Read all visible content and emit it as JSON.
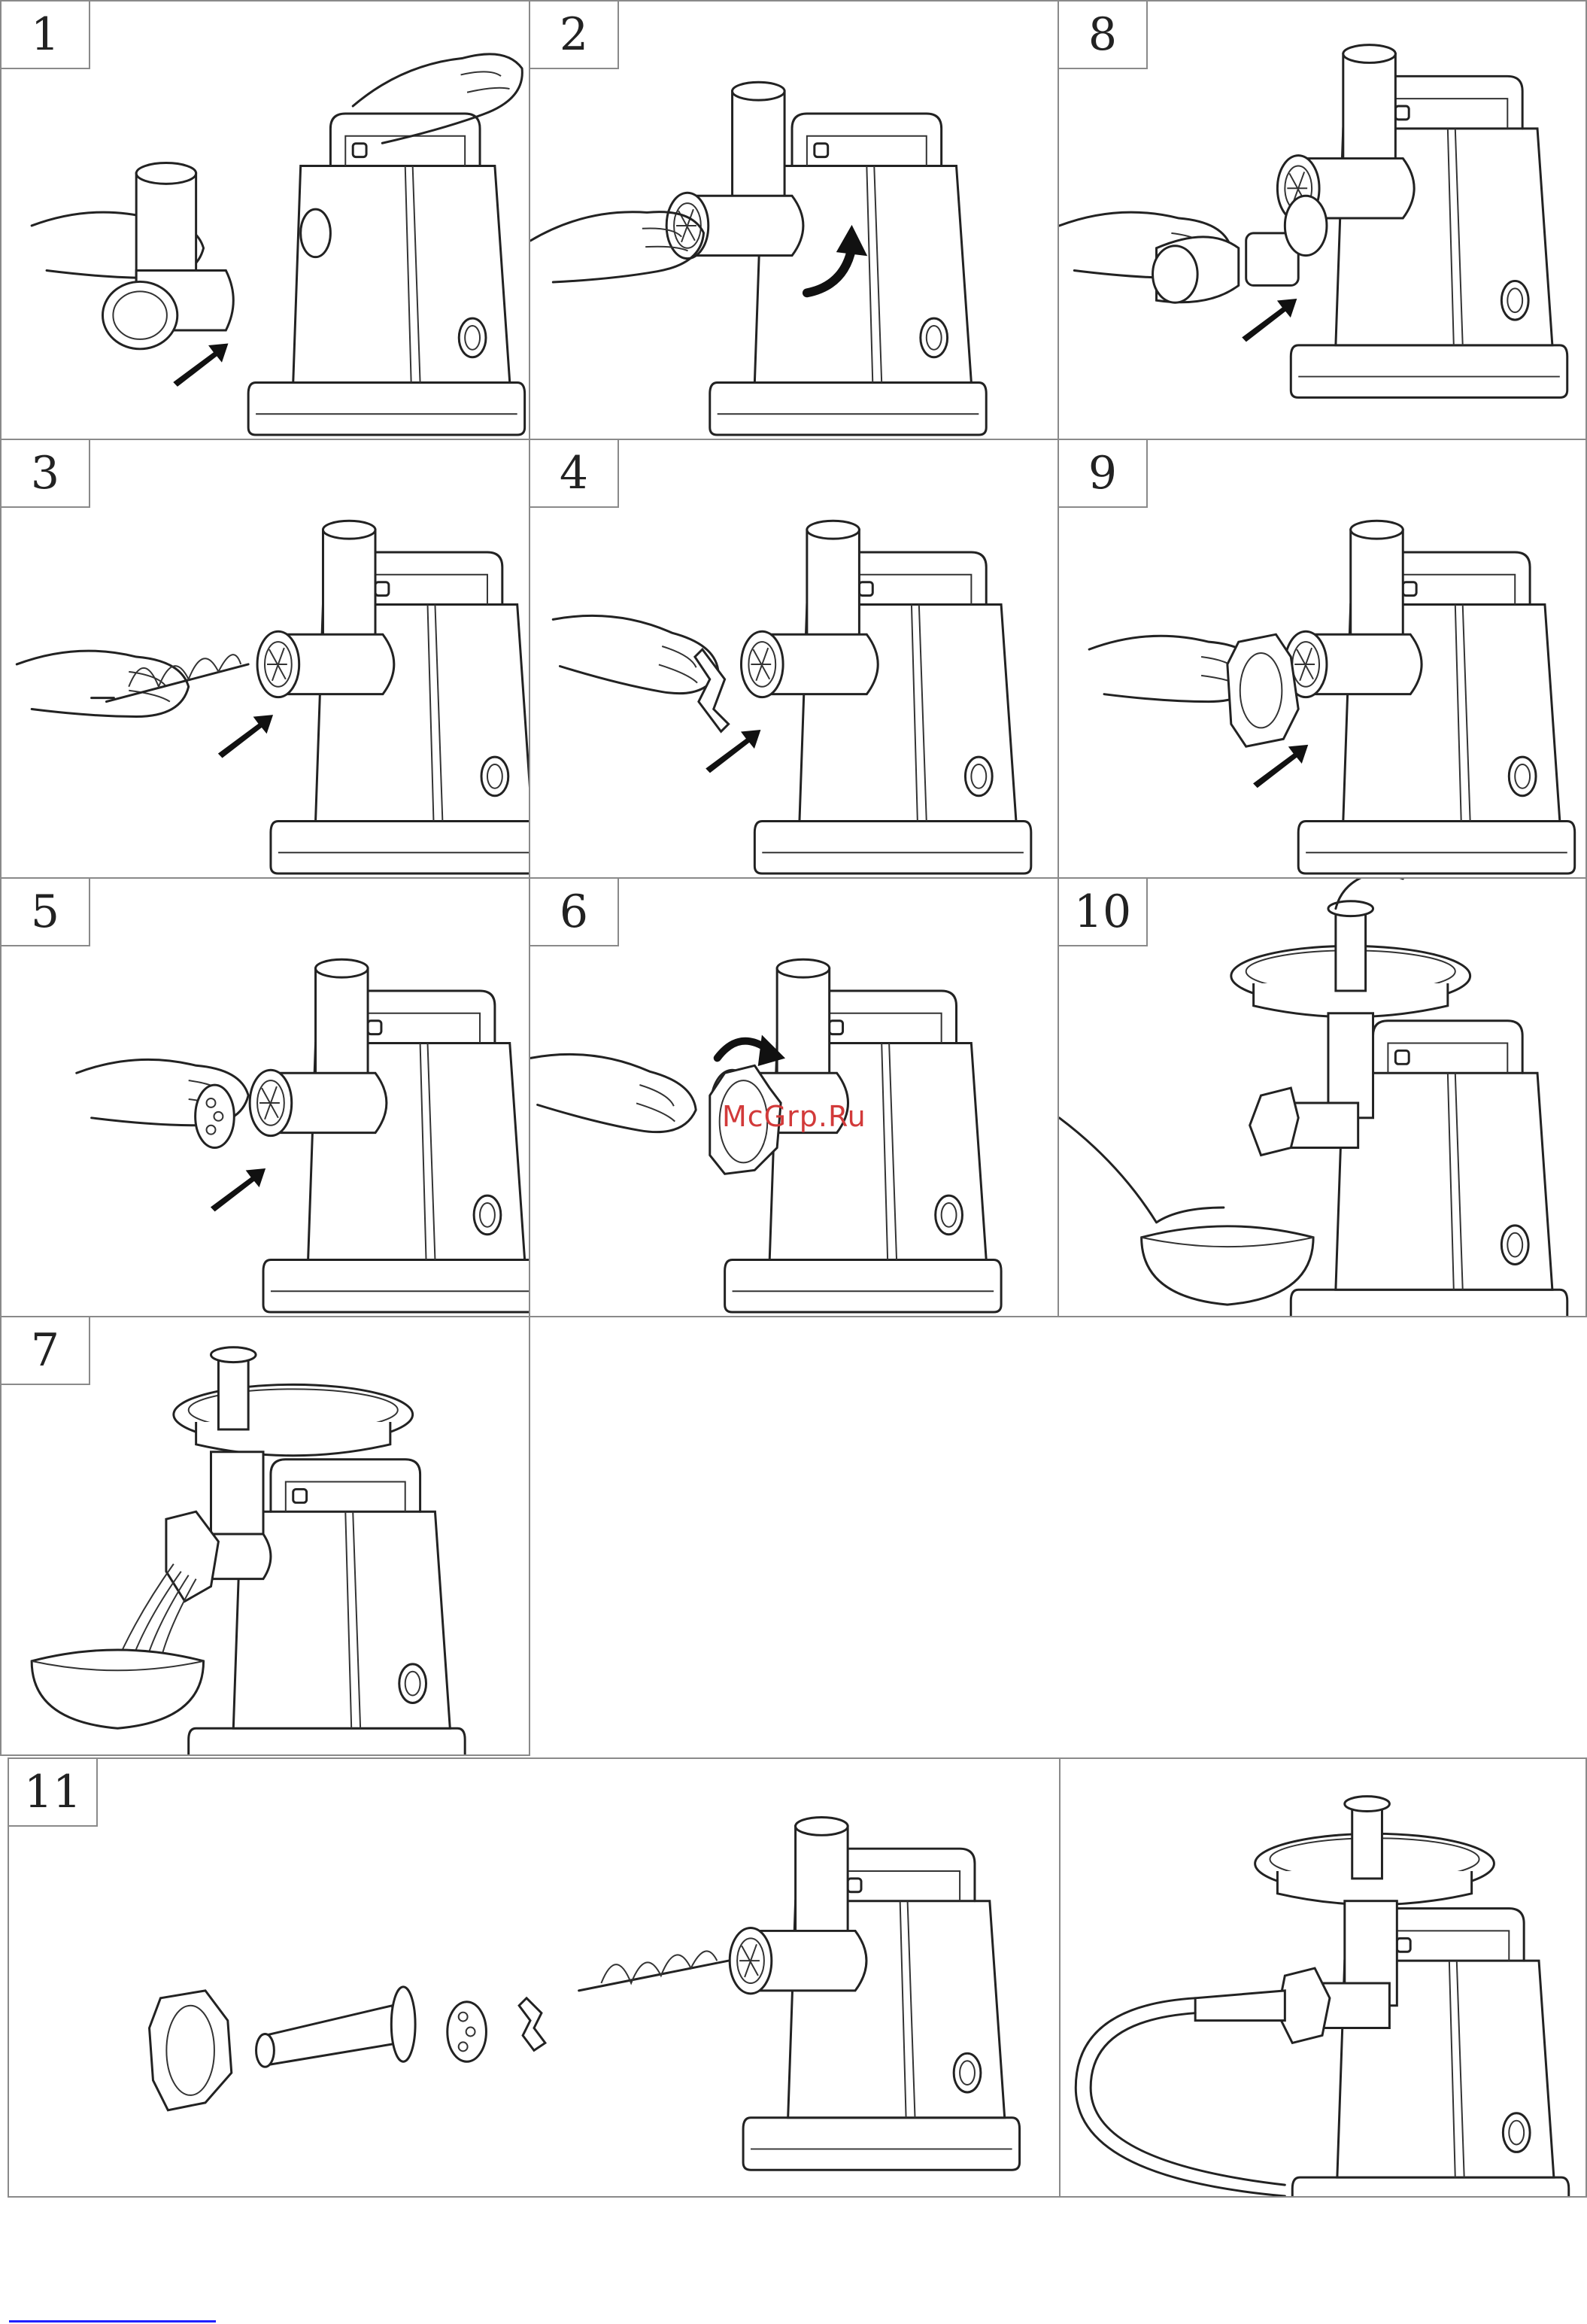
{
  "panels": [
    {
      "id": "p1",
      "label": "1"
    },
    {
      "id": "p2",
      "label": "2"
    },
    {
      "id": "p8",
      "label": "8"
    },
    {
      "id": "p3",
      "label": "3"
    },
    {
      "id": "p4",
      "label": "4"
    },
    {
      "id": "p9",
      "label": "9"
    },
    {
      "id": "p5",
      "label": "5"
    },
    {
      "id": "p6",
      "label": "6"
    },
    {
      "id": "p10",
      "label": "10"
    },
    {
      "id": "p7",
      "label": "7"
    },
    {
      "id": "p11",
      "label": "11"
    },
    {
      "id": "p11b",
      "label": ""
    }
  ],
  "watermark": "McGrp.Ru"
}
